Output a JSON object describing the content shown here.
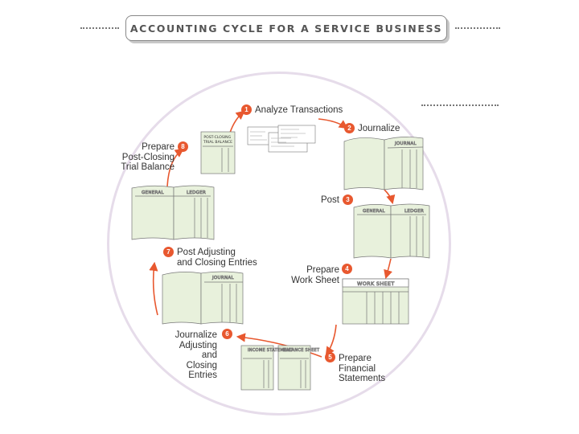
{
  "title": "ACCOUNTING CYCLE FOR A SERVICE BUSINESS",
  "steps": [
    {
      "num": "1",
      "label": "Analyze Transactions"
    },
    {
      "num": "2",
      "label": "Journalize"
    },
    {
      "num": "3",
      "label": "Post"
    },
    {
      "num": "4",
      "label": "Prepare\nWork Sheet"
    },
    {
      "num": "5",
      "label": "Prepare\nFinancial\nStatements"
    },
    {
      "num": "6",
      "label": "Journalize\nAdjusting\nand\nClosing\nEntries"
    },
    {
      "num": "7",
      "label": "Post Adjusting\nand Closing Entries"
    },
    {
      "num": "8",
      "label": "Prepare\nPost-Closing\nTrial Balance"
    }
  ],
  "documents": {
    "journal": "JOURNAL",
    "general": "GENERAL",
    "ledger": "LEDGER",
    "work_sheet": "WORK SHEET",
    "income_statement": "INCOME STATEMENT",
    "balance_sheet": "BALANCE SHEET",
    "post_closing_trial_balance": "POST-CLOSING TRIAL BALANCE"
  },
  "colors": {
    "step_badge": "#e8582f",
    "arrow": "#e8582f",
    "paper": "#e8f1dc",
    "cycle_ring": "#e6dcea"
  }
}
